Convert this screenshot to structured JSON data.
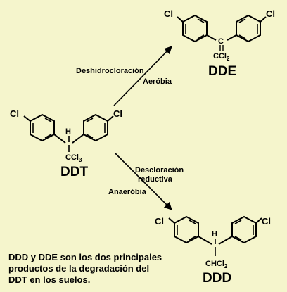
{
  "diagram": {
    "background_color": "#f5f5cc",
    "ink_color": "#000000",
    "molecules": {
      "ddt": {
        "name": "DDT",
        "left_substituent": "Cl",
        "right_substituent": "Cl",
        "bridge_h": "H",
        "group": "CCl",
        "group_subscript": "3"
      },
      "dde": {
        "name": "DDE",
        "left_substituent": "Cl",
        "right_substituent": "Cl",
        "bridge_atom": "C",
        "group": "CCl",
        "group_subscript": "2"
      },
      "ddd": {
        "name": "DDD",
        "left_substituent": "Cl",
        "right_substituent": "Cl",
        "bridge_h": "H",
        "group": "CHCl",
        "group_subscript": "2"
      }
    },
    "reactions": {
      "upper": {
        "label_1": "Deshidrocloración",
        "label_2": "Aeróbia"
      },
      "lower": {
        "label_1": "Descloración",
        "label_2": "reductiva",
        "label_3": "Anaeróbia"
      }
    },
    "caption": "DDD y DDE son los dos principales\nproductos de la degradación del\nDDT en los suelos."
  }
}
